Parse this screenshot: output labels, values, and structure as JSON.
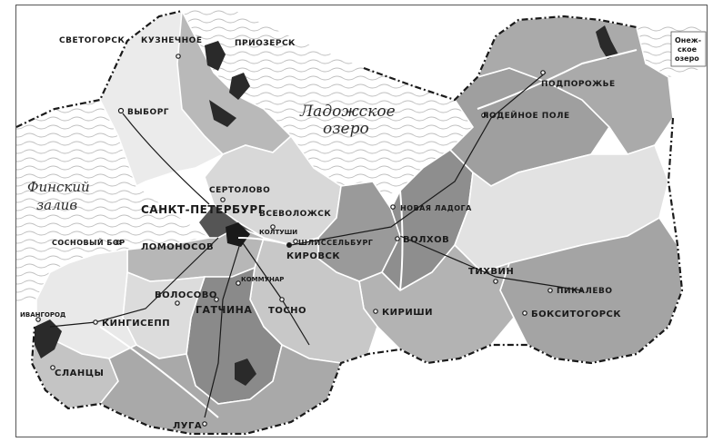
{
  "map": {
    "water_labels": {
      "ladoga": [
        "Ладожское",
        "озеро"
      ],
      "finsky": [
        "Финский",
        "залив"
      ],
      "onega": [
        "Онеж-",
        "ское",
        "озеро"
      ]
    },
    "cities": {
      "svetogorsk": "СВЕТОГОРСК",
      "kuznechnoe": "КУЗНЕЧНОЕ",
      "priozersk": "ПРИОЗЕРСК",
      "vyborg": "ВЫБОРГ",
      "sertolovo": "СЕРТОЛОВО",
      "spb": "САНКТ-ПЕТЕРБУРГ",
      "vsevolozhsk": "ВСЕВОЛОЖСК",
      "koltushi": "КОЛТУШИ",
      "shlisselburg": "ШЛИССЕЛЬБУРГ",
      "kirovsk": "КИРОВСК",
      "sosnovy_bor": "СОСНОВЫЙ БОР",
      "lomonosov": "ЛОМОНОСОВ",
      "kommunar": "КОММУНАР",
      "ivangorod": "ИВАНГОРОД",
      "kingisepp": "КИНГИСЕПП",
      "volosovo": "ВОЛОСОВО",
      "gatchina": "ГАТЧИНА",
      "tosno": "ТОСНО",
      "slantsy": "СЛАНЦЫ",
      "luga": "ЛУГА",
      "novaya_ladoga": "НОВАЯ ЛАДОГА",
      "volkhov": "ВОЛХОВ",
      "kirishi": "КИРИШИ",
      "tikhvin": "ТИХВИН",
      "pikalevo": "ПИКАЛЕВО",
      "boksitogorsk": "БОКСИТОГОРСК",
      "lodeynoe_pole": "ЛОДЕЙНОЕ ПОЛЕ",
      "podporozhye": "ПОДПОРОЖЬЕ"
    }
  }
}
